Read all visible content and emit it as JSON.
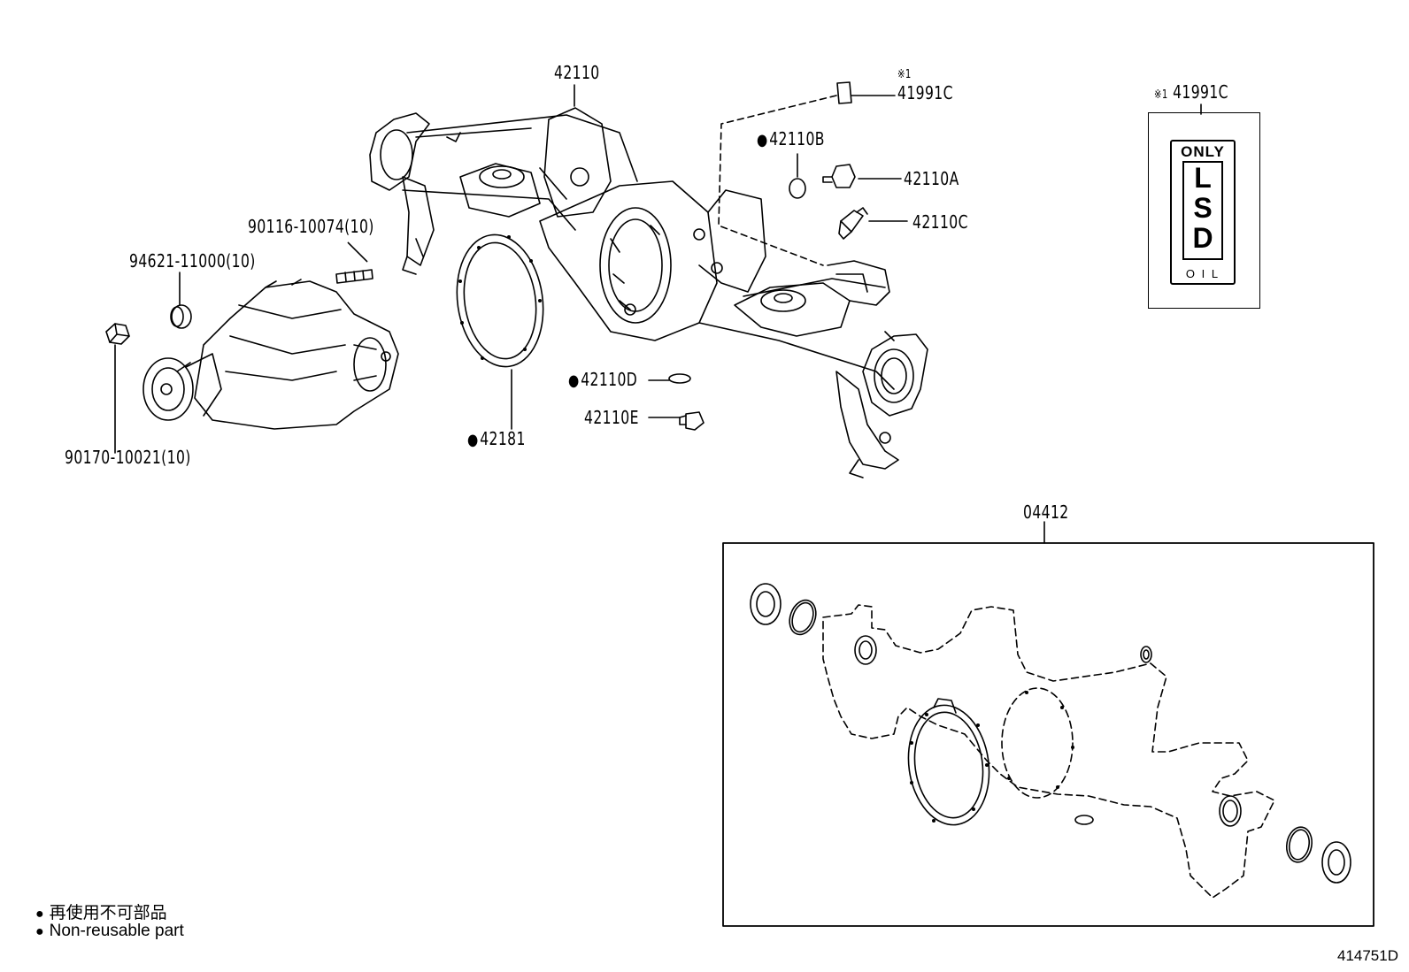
{
  "callouts": {
    "p42110": "42110",
    "p41991c_top_mark": "※1",
    "p41991c_top": "41991C",
    "p42110b": "42110B",
    "p42110a": "42110A",
    "p42110c": "42110C",
    "p90116": "90116-10074(10)",
    "p94621": "94621-11000(10)",
    "p90170": "90170-10021(10)",
    "p42110d": "42110D",
    "p42110e": "42110E",
    "p42181": "42181",
    "p04412": "04412"
  },
  "label_box": {
    "mark": "※1",
    "part": "41991C",
    "top_text": "ONLY",
    "main_text": [
      "L",
      "S",
      "D"
    ],
    "bottom_text": "O I L"
  },
  "legend": {
    "line1": "再使用不可部品",
    "line2": "Non-reusable part"
  },
  "diagram_id": "414751D"
}
